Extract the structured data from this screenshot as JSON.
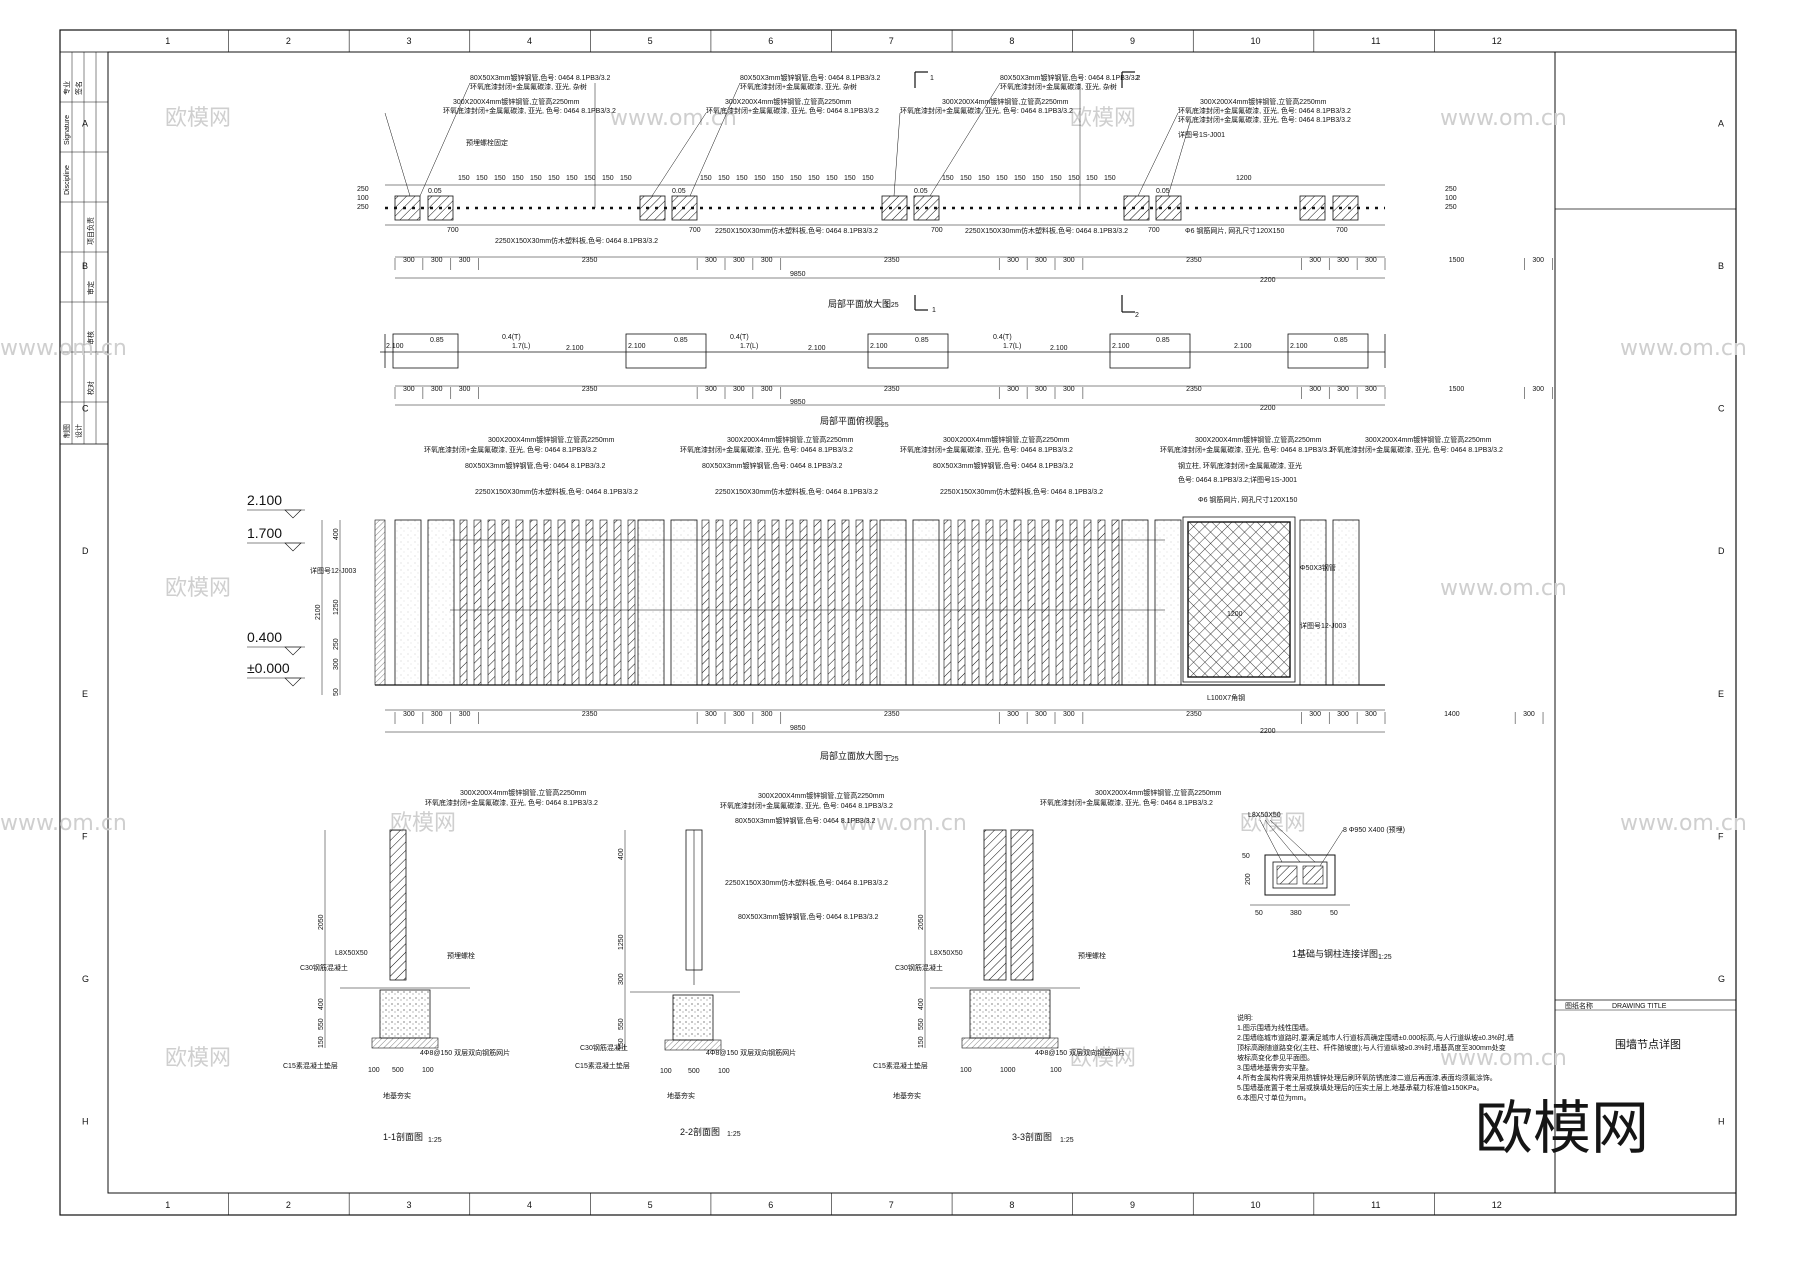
{
  "grid": {
    "columns": [
      "1",
      "2",
      "3",
      "4",
      "5",
      "6",
      "7",
      "8",
      "9",
      "10",
      "11",
      "12"
    ],
    "rows": [
      "A",
      "B",
      "C",
      "D",
      "E",
      "F",
      "G",
      "H"
    ]
  },
  "plan": {
    "title": "局部平面放大图",
    "scale": "1:25",
    "dims": {
      "segments": [
        "300",
        "300",
        "300",
        "2350",
        "300",
        "300",
        "300",
        "2350",
        "300",
        "300",
        "300",
        "2350",
        "300",
        "300",
        "300",
        "1500",
        "300"
      ],
      "total_left": "9850",
      "total_right": "2200",
      "gate": "1200",
      "pier": "700",
      "gaps": "150",
      "depth": [
        "250",
        "100",
        "250"
      ]
    },
    "notes": {
      "pipe_80": "80X50X3mm镀锌钢管,色号: 0464  8.1PB3/3.2",
      "finish_80": "环氧底漆封闭+金属氟碳漆, 亚光, 杂树",
      "pier_300": "300X200X4mm镀锌钢管,立管高2250mm",
      "finish_300": "环氧底漆封闭+金属氟碳漆, 亚光, 色号: 0464  8.1PB3/3.2",
      "slat": "2250X150X30mm仿木塑料板,色号: 0464  8.1PB3/3.2",
      "mesh": "Φ6 钢筋网片, 网孔尺寸120X150",
      "bolt": "预埋螺栓固定",
      "detail_ref": "详图号1S-J001",
      "level": "0.05"
    },
    "section_marks": [
      "1",
      "1",
      "2",
      "2"
    ]
  },
  "roof": {
    "title": "局部平面俯视图",
    "scale": "1:25",
    "levels": [
      "2.100",
      "0.85",
      "0.4(T)",
      "1.7(L)",
      "2.100"
    ]
  },
  "elevation": {
    "title": "局部立面放大图一",
    "scale": "1:25",
    "levels": [
      "2.100",
      "1.700",
      "0.400",
      "±0.000"
    ],
    "heights": [
      "2100",
      "1250",
      "400",
      "300",
      "250",
      "50"
    ],
    "dims": {
      "segments": [
        "300",
        "300",
        "300",
        "2350",
        "300",
        "300",
        "300",
        "2350",
        "300",
        "300",
        "300",
        "2350",
        "300",
        "300",
        "300",
        "1400",
        "300"
      ],
      "total_left": "9850",
      "total_right": "2200"
    },
    "notes": {
      "pier": "300X200X4mm镀锌钢管,立管高2250mm",
      "finish": "环氧底漆封闭+金属氟碳漆, 亚光, 色号: 0464  8.1PB3/3.2",
      "pipe": "80X50X3mm镀锌钢管,色号: 0464  8.1PB3/3.2",
      "slat": "2250X150X30mm仿木塑料板,色号: 0464  8.1PB3/3.2",
      "gate_steel": "钢立柱, 环氧底漆封闭+金属氟碳漆, 亚光",
      "gate_color": "色号: 0464  8.1PB3/3.2;详图号1S-J001",
      "mesh": "Φ6 钢筋网片, 网孔尺寸120X150",
      "angle": "L100X7角钢",
      "detail_ref": "详图号12-J003",
      "bar": "Φ50X3钢管"
    },
    "gate_width": "1200"
  },
  "sections": [
    {
      "title": "1-1剖面图",
      "scale": "1:25",
      "heights": [
        "2050",
        "550",
        "400",
        "150"
      ],
      "base": [
        "100",
        "500",
        "100"
      ],
      "notes": [
        "300X200X4mm镀锌钢管,立管高2250mm",
        "环氧底漆封闭+金属氟碳漆, 亚光, 色号: 0464  8.1PB3/3.2",
        "L8X50X50",
        "C30钢筋混凝土",
        "C15素混凝土垫层",
        "4Φ8@150 双层双向钢筋网片",
        "地基夯实",
        "预埋螺栓"
      ]
    },
    {
      "title": "2-2剖面图",
      "scale": "1:25",
      "heights": [
        "400",
        "1250",
        "300",
        "550",
        "150"
      ],
      "base": [
        "100",
        "500",
        "100"
      ],
      "notes": [
        "300X200X4mm镀锌钢管,立管高2250mm",
        "环氧底漆封闭+金属氟碳漆, 亚光, 色号: 0464  8.1PB3/3.2",
        "80X50X3mm镀锌钢管,色号: 0464  8.1PB3/3.2",
        "2250X150X30mm仿木塑料板,色号: 0464  8.1PB3/3.2",
        "80X50X3mm镀锌钢管,色号: 0464  8.1PB3/3.2",
        "C30钢筋混凝土",
        "C15素混凝土垫层",
        "4Φ8@150 双层双向钢筋网片",
        "地基夯实"
      ]
    },
    {
      "title": "3-3剖面图",
      "scale": "1:25",
      "heights": [
        "2050",
        "550",
        "400",
        "150"
      ],
      "base": [
        "100",
        "1000",
        "100"
      ],
      "notes": [
        "300X200X4mm镀锌钢管,立管高2250mm",
        "环氧底漆封闭+金属氟碳漆, 亚光, 色号: 0464  8.1PB3/3.2",
        "L8X50X50",
        "C30钢筋混凝土",
        "C15素混凝土垫层",
        "4Φ8@150 双层双向钢筋网片",
        "地基夯实",
        "预埋螺栓"
      ]
    }
  ],
  "detail": {
    "title": "1基础与钢柱连接详图",
    "scale": "1:25",
    "label": "L8X50X50",
    "bolt": "8 Φ950 X400 (预埋)",
    "dims": [
      "50",
      "380",
      "50",
      "200",
      "50"
    ]
  },
  "notes": {
    "title": "说明:",
    "lines": [
      "1.图示围墙为线性围墙。",
      "2.围墙临城市道路时,要满足城市人行道标高确定围墙±0.000标高,与人行道纵坡±0.3%时,墙",
      "  顶标高跟随道路变化(主柱、杆件随坡度);与人行道纵坡≥0.3%时,墙基高度至300mm处变",
      "  坡标高变化参见平面图。",
      "3.围墙地基需夯实平整。",
      "4.所有金属构件需采用热镀锌处理后刷环氧防锈底漆二道后再面漆,表面均须氟涂饰。",
      "5.围墙基底置于老土层或换填处理后的压实土层上,地基承载力标准值≥150KPa。",
      "6.本图尺寸单位为mm。"
    ]
  },
  "title_block": {
    "drawing_name_label": "图纸名称",
    "drawing_name_label_en": "DRAWING TITLE",
    "drawing_name": "围墙节点详图",
    "left_labels": [
      "专业",
      "签名",
      "Signature",
      "Discipline",
      "项目负责",
      "审定",
      "审核",
      "校对",
      "设计",
      "制图"
    ]
  },
  "watermark": "欧模网",
  "watermark_url": "www.om.cn",
  "brand": "欧模网"
}
